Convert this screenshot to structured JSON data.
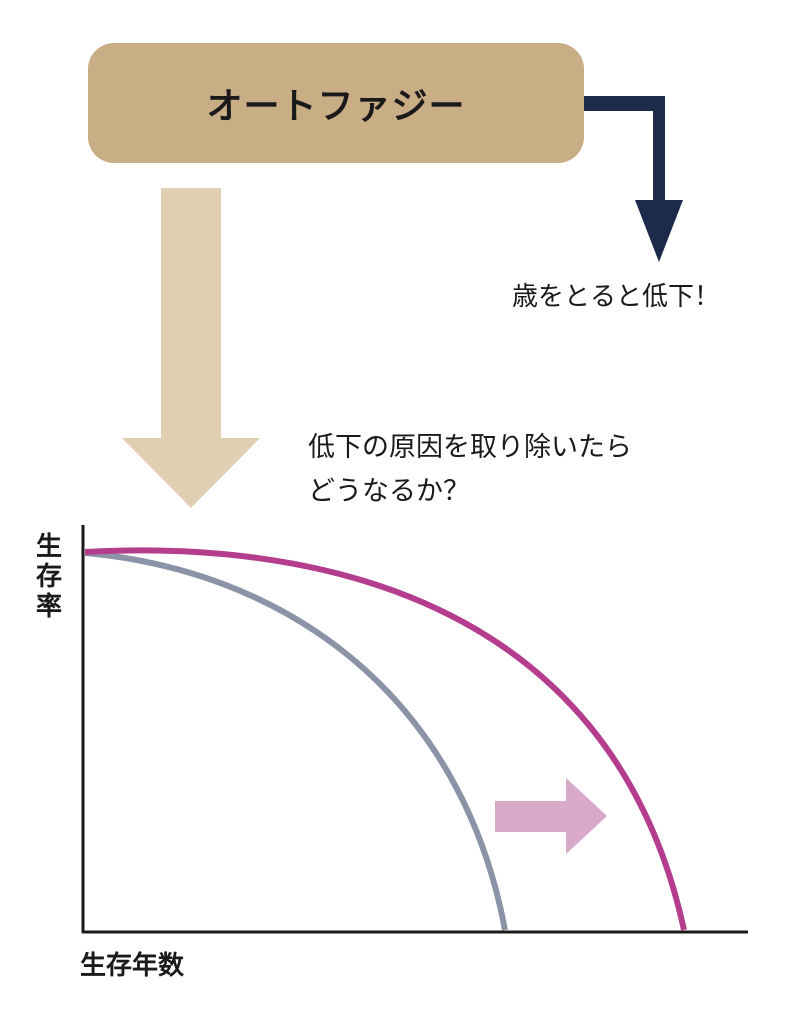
{
  "header": {
    "title": "オートファジー"
  },
  "notes": {
    "decline": "歳をとると低下！",
    "question_line1": "低下の原因を取り除いたら",
    "question_line2": "どうなるか？"
  },
  "chart_data": {
    "type": "line",
    "xlabel": "生存年数",
    "ylabel": [
      "生",
      "存",
      "率"
    ],
    "series": [
      {
        "color": "#8a94a6"
      },
      {
        "color": "#b43d8e"
      }
    ]
  },
  "colors": {
    "box_fill": "#c9ad84",
    "big_arrow": "#e0cfb0",
    "dark_arrow": "#1d2b4a",
    "shift_arrow": "#d8a9c9",
    "axis": "#1a1a1a"
  }
}
